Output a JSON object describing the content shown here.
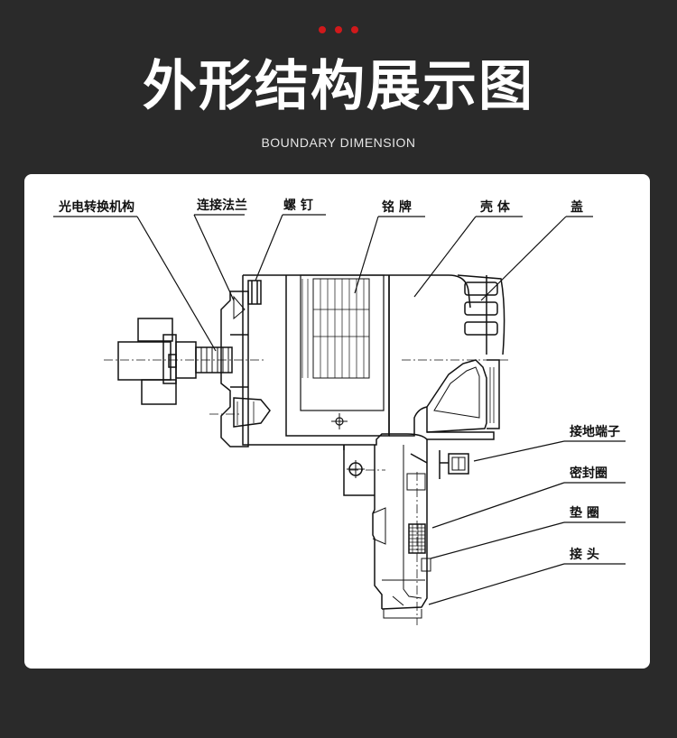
{
  "header": {
    "title": "外形结构展示图",
    "subtitle": "BOUNDARY DIMENSION"
  },
  "colors": {
    "background": "#2a2a2a",
    "accent_dots": "#d0191b",
    "panel": "#ffffff"
  },
  "labels": {
    "photoelectric": "光电转换机构",
    "flange": "连接法兰",
    "screw": "螺 钉",
    "nameplate": "铭 牌",
    "housing": "壳 体",
    "cover": "盖",
    "ground": "接地端子",
    "seal": "密封圈",
    "washer": "垫 圈",
    "connector": "接 头"
  }
}
